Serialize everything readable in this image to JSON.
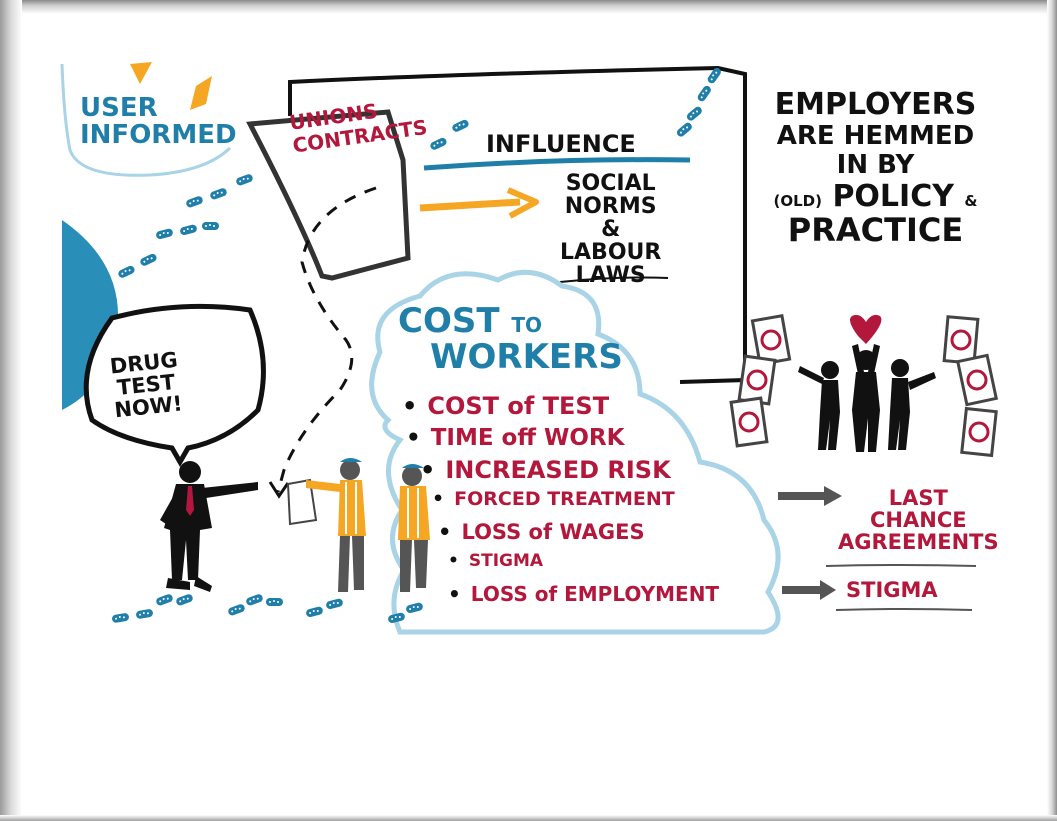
{
  "user_informed": {
    "line1": "USER",
    "line2": "INFORMED"
  },
  "unions_contracts": {
    "line1": "UNIONS",
    "line2": "CONTRACTS"
  },
  "influence": "INFLUENCE",
  "social_norms": {
    "line1": "SOCIAL",
    "line2": "NORMS",
    "line3": "&",
    "line4": "LABOUR",
    "line5": "LAWS"
  },
  "employers": {
    "line1": "EMPLOYERS",
    "line2": "ARE HEMMED",
    "line3": "IN BY",
    "line4_prefix": "(OLD)",
    "line4": "POLICY",
    "line4_suffix": "&",
    "line5": "PRACTICE"
  },
  "drug_test": {
    "line1": "DRUG",
    "line2": "TEST",
    "line3": "NOW!"
  },
  "cost_to_workers": {
    "line1": "COST",
    "line1_small": "TO",
    "line2": "WORKERS",
    "items": [
      "COST of TEST",
      "TIME off WORK",
      "INCREASED RISK",
      "FORCED TREATMENT",
      "LOSS of WAGES",
      "STIGMA",
      "LOSS of EMPLOYMENT"
    ]
  },
  "outcomes": {
    "last_chance": {
      "line1": "LAST",
      "line2": "CHANCE",
      "line3": "AGREEMENTS"
    },
    "stigma": "STIGMA"
  },
  "colors": {
    "blue": "#1f7fa8",
    "light_blue_outline": "#a9d3e6",
    "red": "#b3173b",
    "orange": "#f5a623",
    "black": "#111111",
    "gray": "#555555"
  },
  "icons": [
    "footprints-icon",
    "arrow-icon",
    "speech-bubble-icon",
    "thought-cloud-icon",
    "heart-icon",
    "no-sign-icon",
    "document-icon",
    "person-icon"
  ]
}
